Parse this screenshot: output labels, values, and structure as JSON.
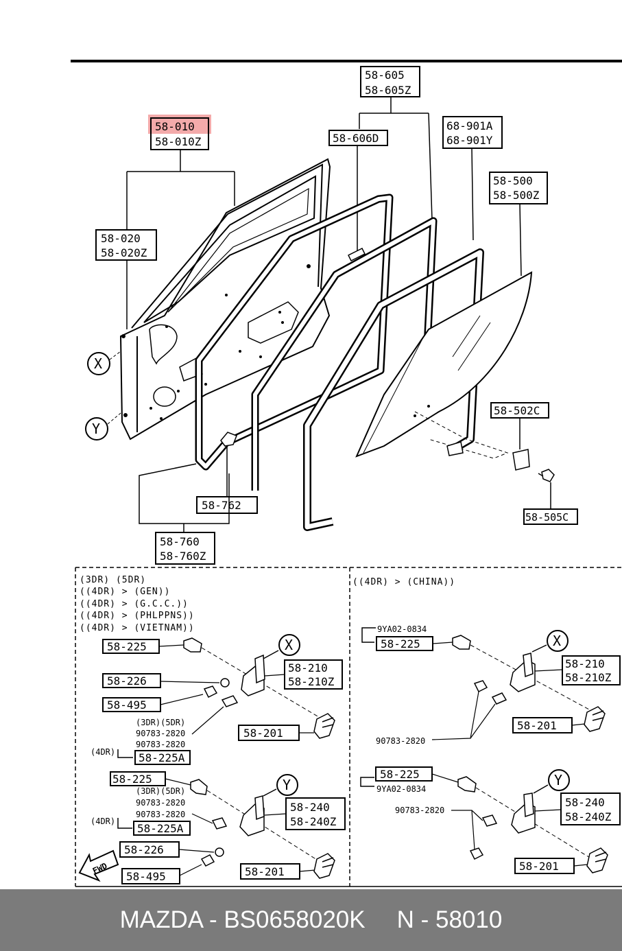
{
  "colors": {
    "highlight": "#f19b9b",
    "footer_bg": "#7b7b7b",
    "footer_text": "#ffffff"
  },
  "labels": {
    "l_58_605": "58-605",
    "l_58_605z": "58-605Z",
    "l_58_010": "58-010",
    "l_58_010z": "58-010Z",
    "l_58_606d": "58-606D",
    "l_68_901a": "68-901A",
    "l_68_901y": "68-901Y",
    "l_58_500": "58-500",
    "l_58_500z": "58-500Z",
    "l_58_020": "58-020",
    "l_58_020z": "58-020Z",
    "l_58_502c": "58-502C",
    "l_58_505c": "58-505C",
    "l_58_762": "58-762",
    "l_58_760": "58-760",
    "l_58_760z": "58-760Z"
  },
  "markers": {
    "x": "X",
    "y": "Y"
  },
  "left_panel": {
    "header": [
      "(3DR) (5DR)",
      "((4DR) > (GEN))",
      "((4DR) > (G.C.C.))",
      "((4DR) > (PHLPPNS))",
      "((4DR) > (VIETNAM))"
    ],
    "p225": "58-225",
    "p226": "58-226",
    "p495": "58-495",
    "p210": "58-210",
    "p210z": "58-210Z",
    "p201": "58-201",
    "note1": "(3DR)(5DR)",
    "bolt1": "90783-2820",
    "bolt2": "90783-2820",
    "note_4dr": "(4DR)",
    "p225a": "58-225A",
    "p225_b": "58-225",
    "note2": "(3DR)(5DR)",
    "bolt3": "90783-2820",
    "bolt4": "90783-2820",
    "note_4dr_b": "(4DR)",
    "p225a_b": "58-225A",
    "p240": "58-240",
    "p240z": "58-240Z",
    "p226_b": "58-226",
    "p495_b": "58-495",
    "p201_b": "58-201",
    "fwd": "FWD"
  },
  "right_panel": {
    "header": "((4DR) > (CHINA))",
    "code1": "9YA02-0834",
    "p225": "58-225",
    "p210": "58-210",
    "p210z": "58-210Z",
    "p201": "58-201",
    "bolt1": "90783-2820",
    "p225_b": "58-225",
    "code2": "9YA02-0834",
    "bolt2": "90783-2820",
    "p240": "58-240",
    "p240z": "58-240Z",
    "p201_b": "58-201"
  },
  "footer": {
    "brand_part": "MAZDA - BS0658020K",
    "ref": "N - 58010"
  }
}
